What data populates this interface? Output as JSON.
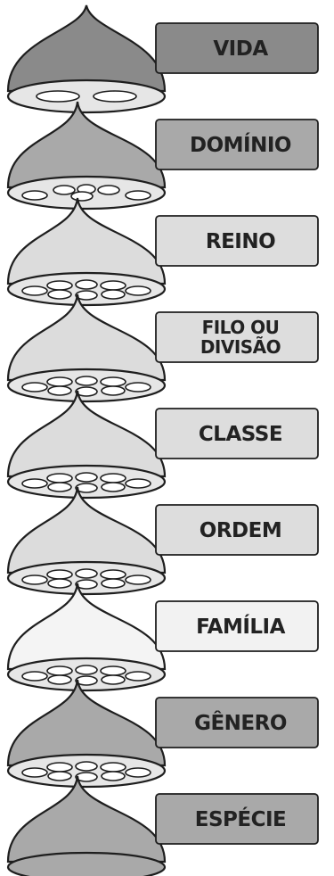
{
  "title": "",
  "levels": [
    {
      "lines": [
        "VIDA"
      ],
      "shade": "dark",
      "holes": 2
    },
    {
      "lines": [
        "DOMÍNIO"
      ],
      "shade": "mid",
      "holes": 5
    },
    {
      "lines": [
        "REINO"
      ],
      "shade": "light",
      "holes": 8
    },
    {
      "lines": [
        "FILO OU",
        "DIVISÃO"
      ],
      "shade": "light",
      "holes": 8
    },
    {
      "lines": [
        "CLASSE"
      ],
      "shade": "light",
      "holes": 8
    },
    {
      "lines": [
        "ORDEM"
      ],
      "shade": "light",
      "holes": 8
    },
    {
      "lines": [
        "FAMÍLIA"
      ],
      "shade": "white",
      "holes": 8
    },
    {
      "lines": [
        "GÊNERO"
      ],
      "shade": "mid",
      "holes": 8
    },
    {
      "lines": [
        "ESPÉCIE"
      ],
      "shade": "mid",
      "holes": 0
    }
  ],
  "colors": {
    "dark": "#8a8a8a",
    "mid": "#a9a9a9",
    "light": "#dcdcdc",
    "white": "#f4f4f4",
    "outline": "#1e1e1e",
    "rim": "#e6e6e6",
    "label_dark": "#8a8a8a",
    "label_mid": "#a9a9a9",
    "label_light": "#dddddd",
    "label_white": "#f2f2f2"
  }
}
